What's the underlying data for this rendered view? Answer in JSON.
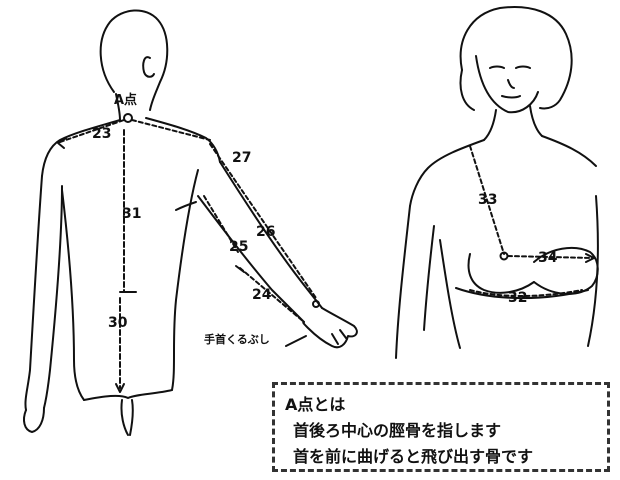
{
  "labels": {
    "point_a": "A点",
    "m23": "23",
    "m27": "27",
    "m31": "31",
    "m26": "26",
    "m25": "25",
    "m24": "24",
    "m30": "30",
    "wrist": "手首くるぶし",
    "m33": "33",
    "m34": "34",
    "m32": "32"
  },
  "note": {
    "title": "A点とは",
    "line1": "首後ろ中心の脛骨を指します",
    "line2": "首を前に曲げると飛び出す骨です"
  }
}
